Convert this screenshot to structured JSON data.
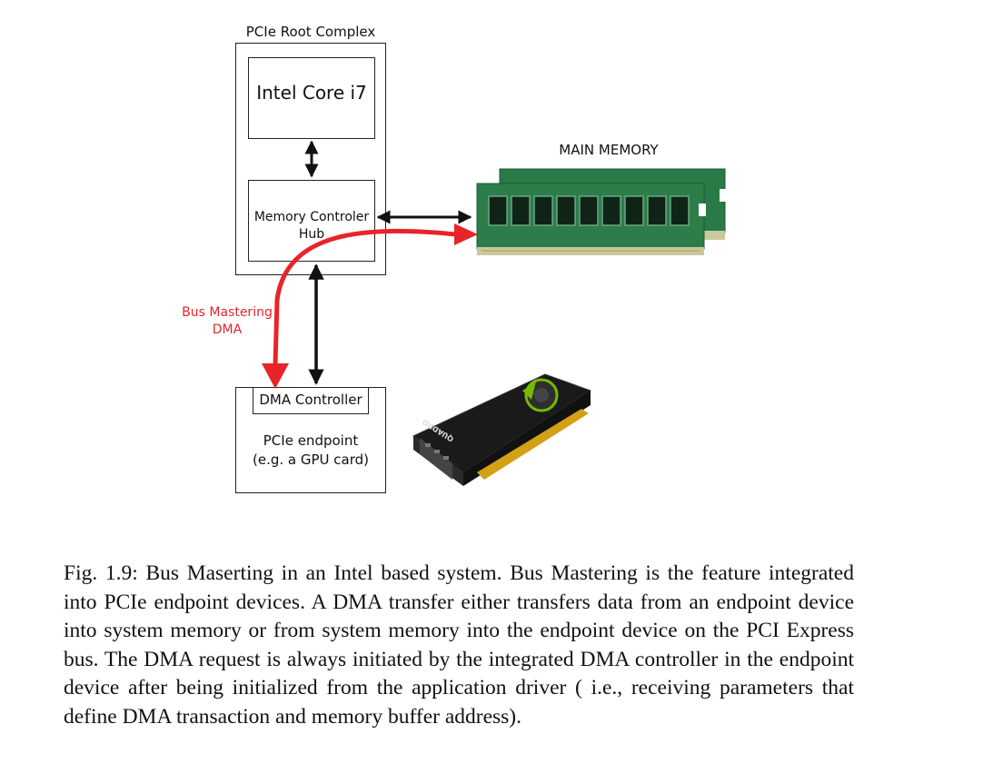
{
  "diagram": {
    "root_complex_label": "PCIe Root Complex",
    "cpu_label": "Intel Core i7",
    "mch_label_line1": "Memory Controler",
    "mch_label_line2": "Hub",
    "main_memory_label": "MAIN MEMORY",
    "bus_mastering_line1": "Bus Mastering",
    "bus_mastering_line2": "DMA",
    "dma_controller_label": "DMA Controller",
    "endpoint_line1": "PCIe endpoint",
    "endpoint_line2": "(e.g. a GPU card)",
    "gpu_brand_text": "QUADRO",
    "colors": {
      "dma_arrow": "#e8242a",
      "ram_pcb": "#2d7d4a",
      "gpu_body": "#1a1a1a",
      "gpu_accent": "#76b900",
      "gold_contacts": "#d4a017"
    }
  },
  "caption": "Fig. 1.9: Bus Maserting in an Intel based system. Bus Mastering is the feature integrated into PCIe endpoint devices. A DMA transfer either transfers data from an endpoint device into system memory or from system memory into the endpoint device on the PCI Express bus. The DMA request is always initiated by the integrated DMA controller in the endpoint device after being initialized from the application driver ( i.e., receiving parameters that define DMA transaction and memory buffer address)."
}
